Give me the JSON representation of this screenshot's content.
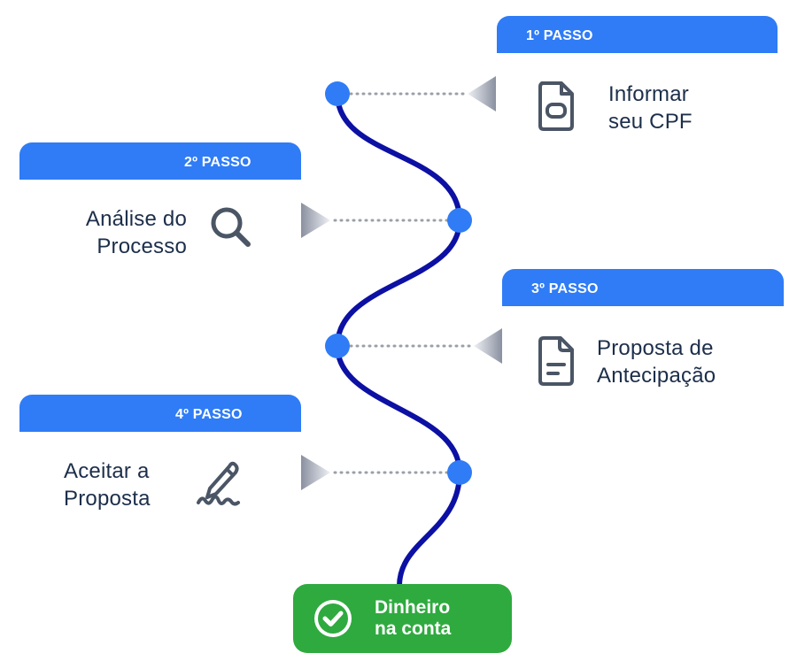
{
  "colors": {
    "accent": "#2f7cf6",
    "path": "#0c10a3",
    "node": "#2f7cf6",
    "text": "#1c2e4a",
    "icon": "#4a5565",
    "connector": "#9aa0a8",
    "success": "#2faa3f"
  },
  "steps": [
    {
      "tab_label": "1º PASSO",
      "text_lines": [
        "Informar",
        "seu CPF"
      ],
      "icon": "id-document-icon"
    },
    {
      "tab_label": "2º PASSO",
      "text_lines": [
        "Análise do",
        "Processo"
      ],
      "icon": "search-icon"
    },
    {
      "tab_label": "3º PASSO",
      "text_lines": [
        "Proposta de",
        "Antecipação"
      ],
      "icon": "document-icon"
    },
    {
      "tab_label": "4º PASSO",
      "text_lines": [
        "Aceitar a",
        "Proposta"
      ],
      "icon": "signature-pen-icon"
    }
  ],
  "final": {
    "text_lines": [
      "Dinheiro",
      "na conta"
    ],
    "icon": "check-circle-icon"
  }
}
